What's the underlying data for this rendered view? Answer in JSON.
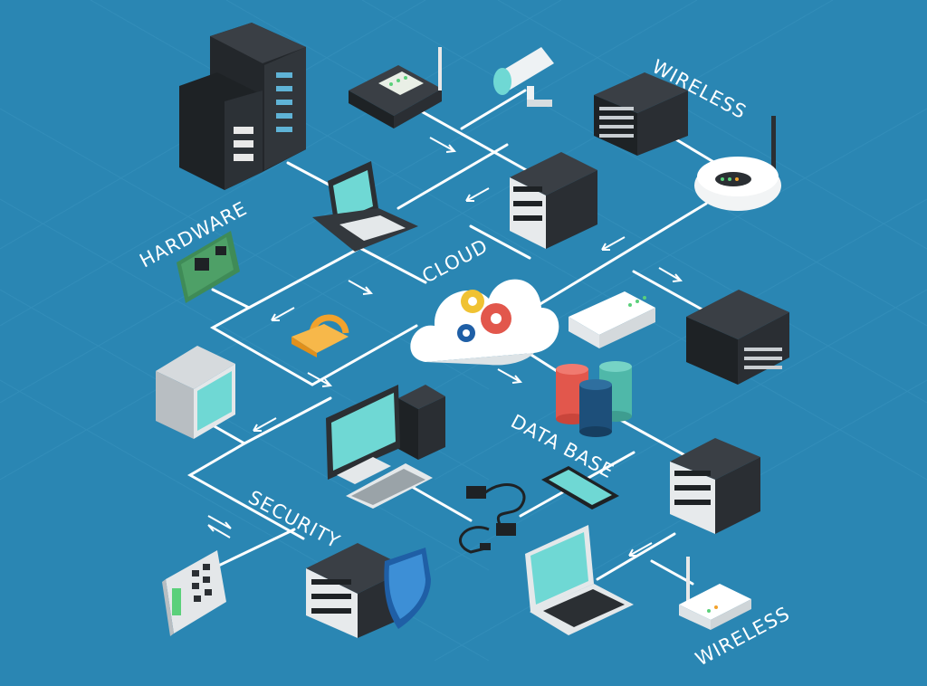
{
  "labels": {
    "wireless_top": "WIRELESS",
    "hardware": "HARDWARE",
    "cloud": "CLOUD",
    "database": "DATA BASE",
    "security": "SECURITY",
    "wireless_bottom": "WIRELESS"
  },
  "colors": {
    "background": "#2a86b3",
    "line": "#ffffff",
    "screen": "#6fd8d4",
    "server_dark": "#2b2f33",
    "lock": "#f2a22c",
    "shield": "#1f5fa6",
    "db_red": "#e2574c",
    "db_teal": "#4fb8a9",
    "db_navy": "#1d4f7a"
  },
  "icons": [
    "server-rack-icon",
    "router-icon",
    "security-camera-icon",
    "network-switch-icon",
    "laptop-icon",
    "server-icon",
    "wifi-router-icon",
    "circuit-board-icon",
    "cloud-gears-icon",
    "padlock-icon",
    "modem-icon",
    "rack-server-icon",
    "crt-monitor-icon",
    "desktop-computer-icon",
    "database-icon",
    "cables-icon",
    "smartphone-icon",
    "keypad-icon",
    "shield-server-icon",
    "wireless-access-point-icon"
  ]
}
